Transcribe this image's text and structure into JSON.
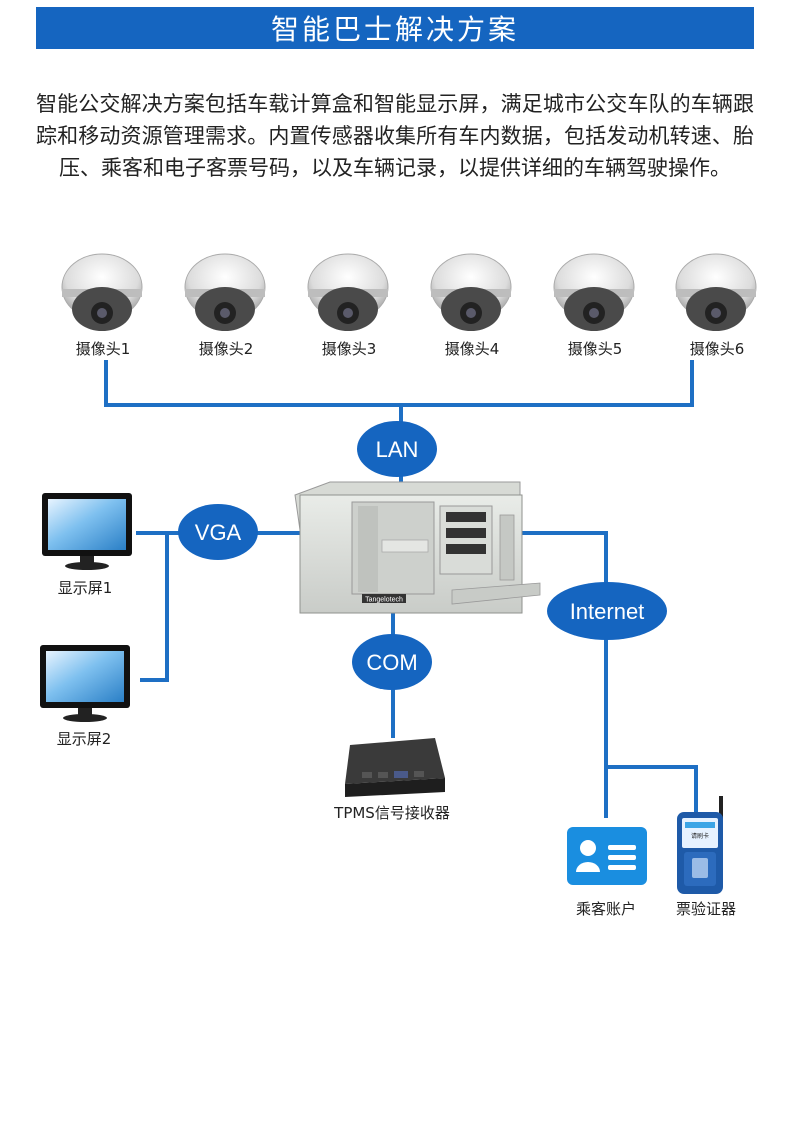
{
  "title": "智能巴士解决方案",
  "intro": "智能公交解决方案包括车载计算盒和智能显示屏，满足城市公交车队的车辆跟踪和移动资源管理需求。内置传感器收集所有车内数据，包括发动机转速、胎压、乘客和电子客票号码，以及车辆记录，以提供详细的车辆驾驶操作。",
  "cameras": [
    "摄像头1",
    "摄像头2",
    "摄像头3",
    "摄像头4",
    "摄像头5",
    "摄像头6"
  ],
  "monitors": [
    "显示屏1",
    "显示屏2"
  ],
  "bubbles": {
    "lan": "LAN",
    "vga": "VGA",
    "com": "COM",
    "internet": "Internet"
  },
  "devices": {
    "tpms": "TPMS信号接收器",
    "account": "乘客账户",
    "validator": "票验证器",
    "brand": "Tangelotech",
    "validator_screen": "请刷卡"
  },
  "colors": {
    "accent": "#1565c0",
    "line": "#1e6fc4"
  }
}
